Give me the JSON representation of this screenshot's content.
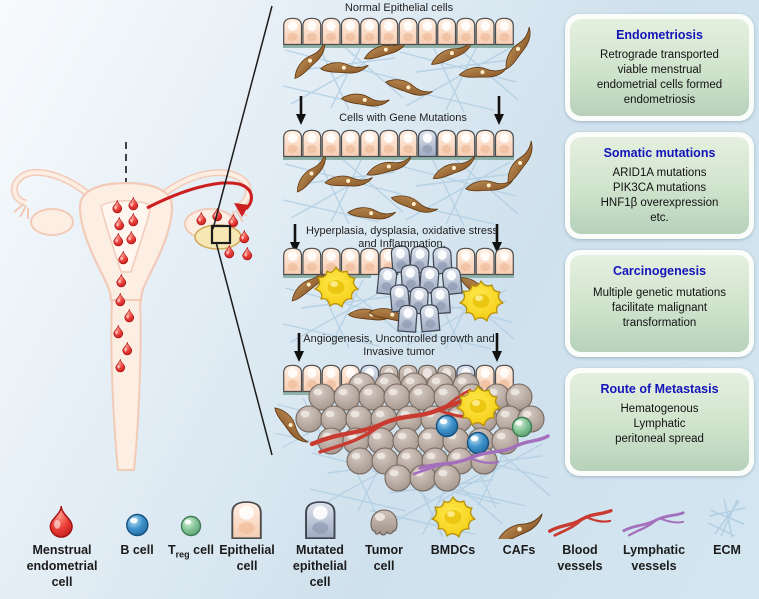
{
  "pathway": {
    "stage1_title": "Normal Epithelial cells",
    "stage2_label": "Cells with Gene Mutations",
    "stage3_label_line1": "Hyperplasia, dysplasia, oxidative stress",
    "stage3_label_line2": "and Inflammation.",
    "stage4_label_line1": "Angiogenesis, Uncontrolled growth and",
    "stage4_label_line2": "Invasive tumor"
  },
  "info_boxes": [
    {
      "title": "Endometriosis",
      "lines": [
        "Retrograde transported",
        "viable menstrual",
        "endometrial cells formed",
        "endometriosis"
      ]
    },
    {
      "title": "Somatic mutations",
      "lines": [
        "ARID1A mutations",
        "PIK3CA mutations",
        "HNF1β overexpression",
        "etc."
      ]
    },
    {
      "title": "Carcinogenesis",
      "lines": [
        "Multiple genetic mutations",
        "facilitate malignant",
        "transformation"
      ]
    },
    {
      "title": "Route of Metastasis",
      "lines": [
        "Hematogenous",
        "Lymphatic",
        "peritoneal spread"
      ]
    }
  ],
  "legend": {
    "items": [
      {
        "icon": "menstrual-endometrial-cell-icon",
        "lines": [
          "Menstrual",
          "endometrial",
          "cell"
        ]
      },
      {
        "icon": "b-cell-icon",
        "lines": [
          "B cell"
        ]
      },
      {
        "icon": "treg-cell-icon",
        "t_pre": "T",
        "t_sub": "reg",
        "t_post": " cell"
      },
      {
        "icon": "epithelial-cell-icon",
        "lines": [
          "Epithelial",
          "cell"
        ]
      },
      {
        "icon": "mutated-epithelial-cell-icon",
        "lines": [
          "Mutated",
          "epithelial",
          "cell"
        ]
      },
      {
        "icon": "tumor-cell-icon",
        "lines": [
          "Tumor",
          "cell"
        ]
      },
      {
        "icon": "bmdc-icon",
        "lines": [
          "BMDCs"
        ]
      },
      {
        "icon": "caf-icon",
        "lines": [
          "CAFs"
        ]
      },
      {
        "icon": "blood-vessels-icon",
        "lines": [
          "Blood",
          "vessels"
        ]
      },
      {
        "icon": "lymphatic-vessels-icon",
        "lines": [
          "Lymphatic",
          "vessels"
        ]
      },
      {
        "icon": "ecm-icon",
        "lines": [
          "ECM"
        ]
      }
    ]
  },
  "colors": {
    "info_title_blue": "#1414bb",
    "info_box_green": "#cfe3cc",
    "background_blue": "#d3e2ee",
    "menstrual_red": "#e23434",
    "b_cell_blue": "#2e7fbd",
    "treg_green": "#7bbd8d",
    "epithelial_peach": "#f6cdb2",
    "mutated_gray": "#9fabc2",
    "tumor_taupe": "#a09186",
    "bmdc_yellow": "#f6d414",
    "caf_brown": "#9c6428",
    "blood_vessel_red": "#c93a30",
    "lymphatic_purple": "#a470bd",
    "ecm_light_blue": "#b3cfe3"
  }
}
